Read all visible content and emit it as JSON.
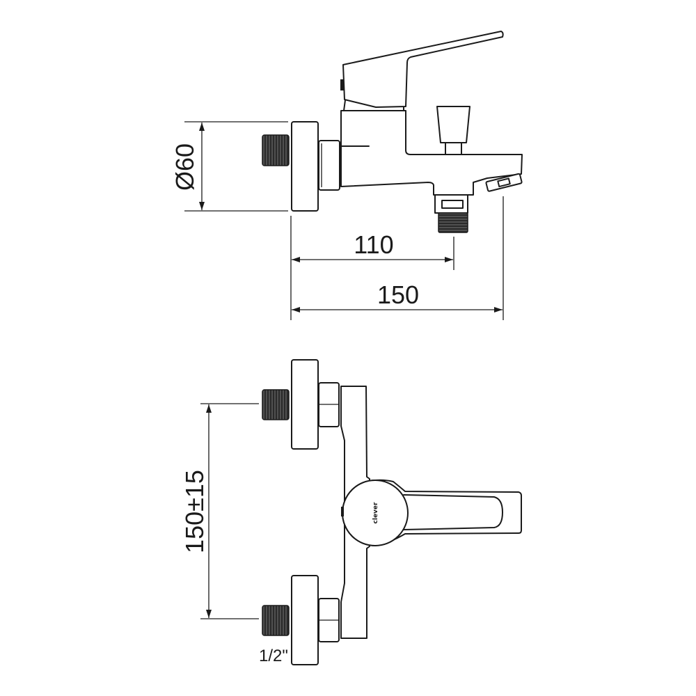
{
  "drawing": {
    "title": "Wall-mounted bath mixer technical drawing",
    "side_view": {
      "flange_diameter_label": "Ø60",
      "outlet_distance_label": "110",
      "total_projection_label": "150"
    },
    "front_view": {
      "inlet_spacing_label": "150±15",
      "thread_size_label": "1/2\"",
      "brand_mark": "clever"
    }
  }
}
